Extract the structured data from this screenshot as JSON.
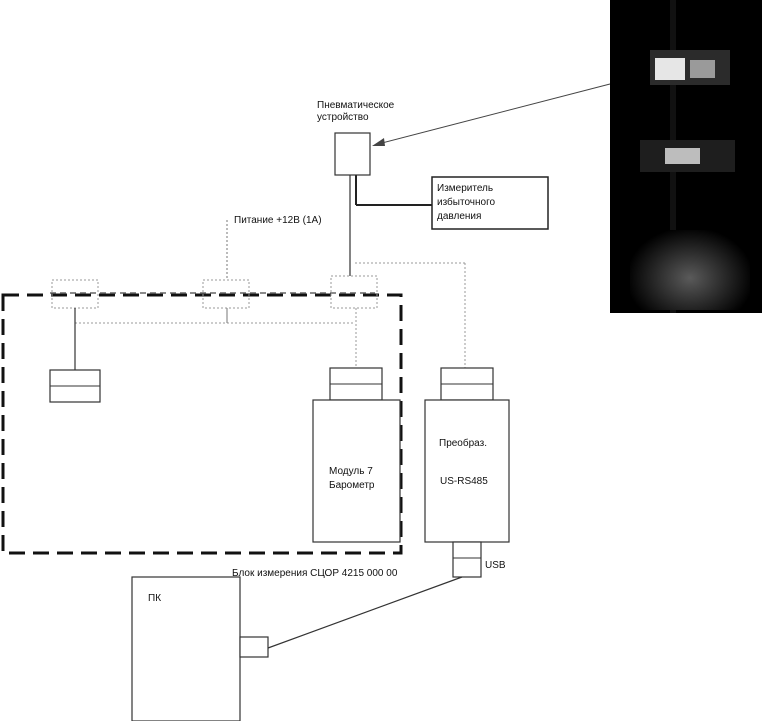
{
  "labels": {
    "pneumatic_device": [
      "Пневматическое",
      "устройство"
    ],
    "pressure_meter": [
      "Измеритель",
      "избыточного",
      "давления"
    ],
    "power": "Питание +12В (1А)",
    "module": [
      "Модуль 7",
      "Барометр"
    ],
    "converter_title": "Преобраз.",
    "converter_model": "US-RS485",
    "usb": "USB",
    "pc": "ПК",
    "unit": "Блок измерения СЦОР 4215 000 00"
  },
  "colors": {
    "line": "#222222",
    "dashed_border": "#111111",
    "dotted_line": "#888888",
    "photo_bg": "#000000"
  }
}
